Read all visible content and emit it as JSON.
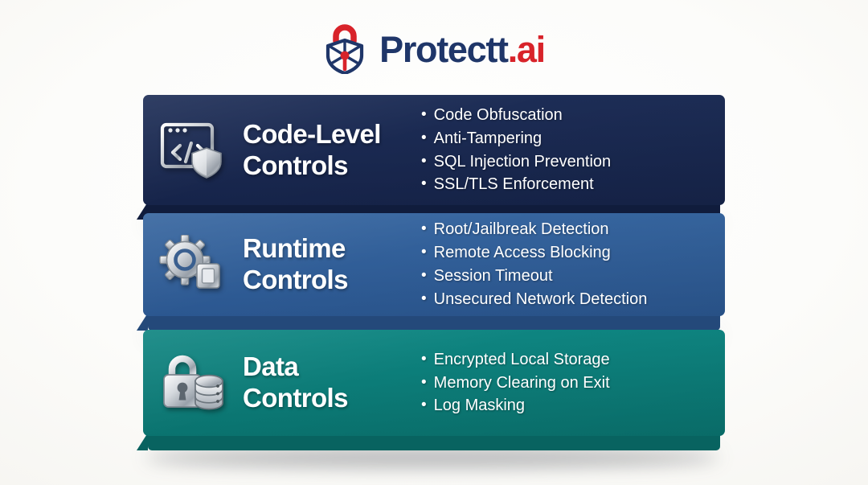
{
  "brand": {
    "name_primary": "Protectt",
    "name_suffix": ".ai",
    "logo_icon": "shield-lock-icon",
    "color_navy": "#1f3669",
    "color_red": "#d8232a"
  },
  "panels": [
    {
      "id": "code",
      "title_line1": "Code-Level",
      "title_line2": "Controls",
      "icon": "code-window-shield-icon",
      "color": "#16244a",
      "bullet_char": "•",
      "items": [
        "Code Obfuscation",
        "Anti-Tampering",
        "SQL Injection Prevention",
        "SSL/TLS Enforcement"
      ]
    },
    {
      "id": "runtime",
      "title_line1": "Runtime",
      "title_line2": "Controls",
      "icon": "gear-microchip-icon",
      "color": "#2b5790",
      "bullet_char": "•",
      "items": [
        "Root/Jailbreak Detection",
        "Remote Access Blocking",
        "Session Timeout",
        "Unsecured Network Detection"
      ]
    },
    {
      "id": "data",
      "title_line1": "Data",
      "title_line2": "Controls",
      "icon": "padlock-database-icon",
      "color": "#0a736f",
      "bullet_char": "•",
      "items": [
        "Encrypted Local Storage",
        "Memory Clearing on Exit",
        "Log Masking"
      ]
    }
  ]
}
